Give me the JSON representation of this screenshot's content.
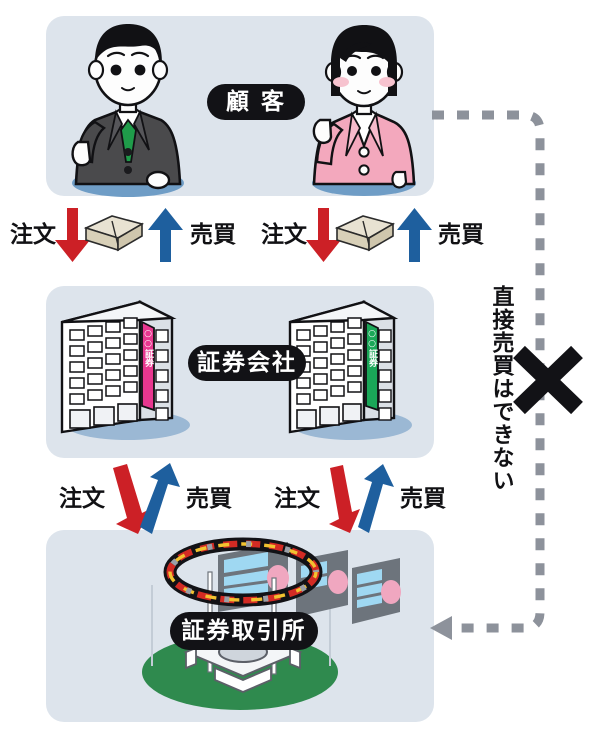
{
  "diagram": {
    "title_badges": {
      "customers": "顧 客",
      "brokers": "証券会社",
      "exchange": "証券取引所"
    },
    "panels": [
      {
        "name": "customers",
        "bg": "#dde4ec"
      },
      {
        "name": "brokers",
        "bg": "#dde4ec"
      },
      {
        "name": "exchange",
        "bg": "#dde4ec"
      }
    ],
    "flows": {
      "order_label": "注文",
      "trade_label": "売買",
      "order_arrow_color": "#cc2026",
      "trade_arrow_color": "#1e5f9e"
    },
    "flow_row_upper": [
      {
        "order": "注文",
        "trade": "売買"
      },
      {
        "order": "注文",
        "trade": "売買"
      }
    ],
    "flow_row_lower": [
      {
        "order": "注文",
        "trade": "売買"
      },
      {
        "order": "注文",
        "trade": "売買"
      }
    ],
    "restriction": {
      "vertical_text": "直接売買はできない",
      "mark": "×",
      "mark_color": "#121216",
      "dashed_line_color": "#8d929b"
    },
    "figures": {
      "male": {
        "name": "businessman",
        "hair_color": "#111114",
        "suit_color": "#4a4a4c",
        "tie_color": "#1f9c4a",
        "shirt_color": "#ffffff",
        "skin_color": "#fdfdfd",
        "shadow_color": "#6f9dc6"
      },
      "female": {
        "name": "woman",
        "hair_color": "#111114",
        "cardigan_color": "#f3a8bd",
        "blush_color": "#f7c3cf",
        "skin_color": "#fdfdfd",
        "shadow_color": "#6f9dc6"
      }
    },
    "buildings": [
      {
        "name": "broker-left",
        "sign_text": "○○証券",
        "sign_color": "#e8378f",
        "body_color": "#ffffff",
        "shade_color": "#d8dde3"
      },
      {
        "name": "broker-right",
        "sign_text": "○○証券",
        "sign_color": "#1aa758",
        "body_color": "#ffffff",
        "shade_color": "#d8dde3"
      }
    ],
    "money_icon": {
      "name": "cash-bundle",
      "band_color": "#e8e2d2",
      "note_color": "#cfc6ad"
    },
    "exchange_scene": {
      "ticker_ring_colors": [
        "#d32b24",
        "#f2c230",
        "#9aa0a8",
        "#121216"
      ],
      "board_screen_color": "#9fd8f2",
      "board_frame_color": "#6d747c",
      "board_dot_color": "#f0a7c0",
      "ground_color": "#2f8a4e",
      "plaza_color": "#ffffff"
    }
  }
}
